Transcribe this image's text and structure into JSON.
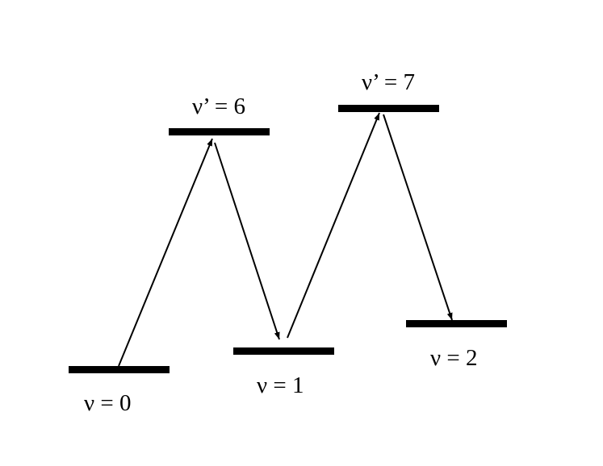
{
  "colors": {
    "ink": "#000000",
    "background": "#ffffff"
  },
  "levels": [
    {
      "id": "v0",
      "label": "ν = 0"
    },
    {
      "id": "v6p",
      "label": "ν’ = 6"
    },
    {
      "id": "v1",
      "label": "ν = 1"
    },
    {
      "id": "v7p",
      "label": "ν’ = 7"
    },
    {
      "id": "v2",
      "label": "ν = 2"
    }
  ],
  "transitions": [
    {
      "from": "ν = 0",
      "to": "ν’ = 6",
      "direction": "up"
    },
    {
      "from": "ν’ = 6",
      "to": "ν = 1",
      "direction": "down"
    },
    {
      "from": "ν = 1",
      "to": "ν’ = 7",
      "direction": "up"
    },
    {
      "from": "ν’ = 7",
      "to": "ν = 2",
      "direction": "down"
    }
  ]
}
